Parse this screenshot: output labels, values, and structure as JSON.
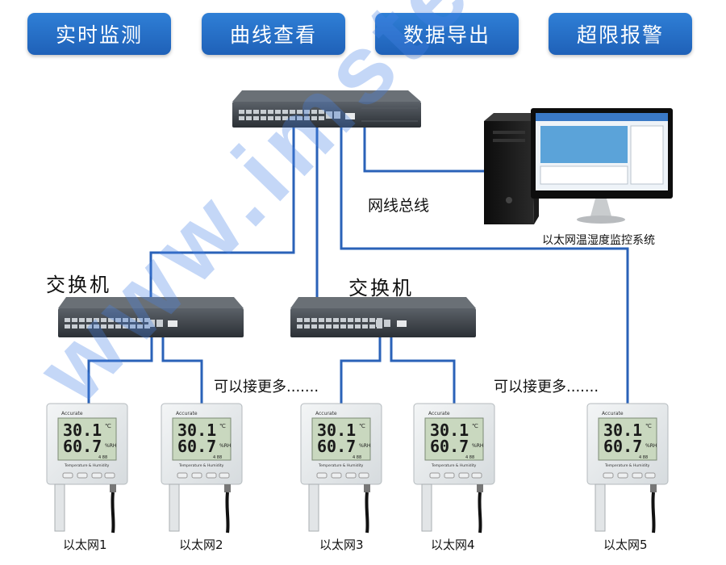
{
  "tabs": [
    {
      "label": "实时监测"
    },
    {
      "label": "曲线查看"
    },
    {
      "label": "数据导出"
    },
    {
      "label": "超限报警"
    }
  ],
  "labels": {
    "bus": "网线总线",
    "pc": "以太网温湿度监控系统",
    "switch_left": "交换机",
    "switch_right": "交换机",
    "more_left": "可以接更多.......",
    "more_right": "可以接更多......."
  },
  "devices": [
    {
      "label": "以太网1"
    },
    {
      "label": "以太网2"
    },
    {
      "label": "以太网3"
    },
    {
      "label": "以太网4"
    },
    {
      "label": "以太网5"
    }
  ],
  "device_panel": {
    "brand": "Accurate",
    "temperature": "30.1",
    "temp_unit": "℃",
    "humidity": "60.7",
    "hum_unit": "%RH",
    "address": "4 88",
    "caption": "Temperature & Humidity"
  },
  "watermark": "www.imste.cn",
  "colors": {
    "tab_bg": "#2574cc",
    "cable": "#2a62b8",
    "switch_body": "#2e3338"
  }
}
